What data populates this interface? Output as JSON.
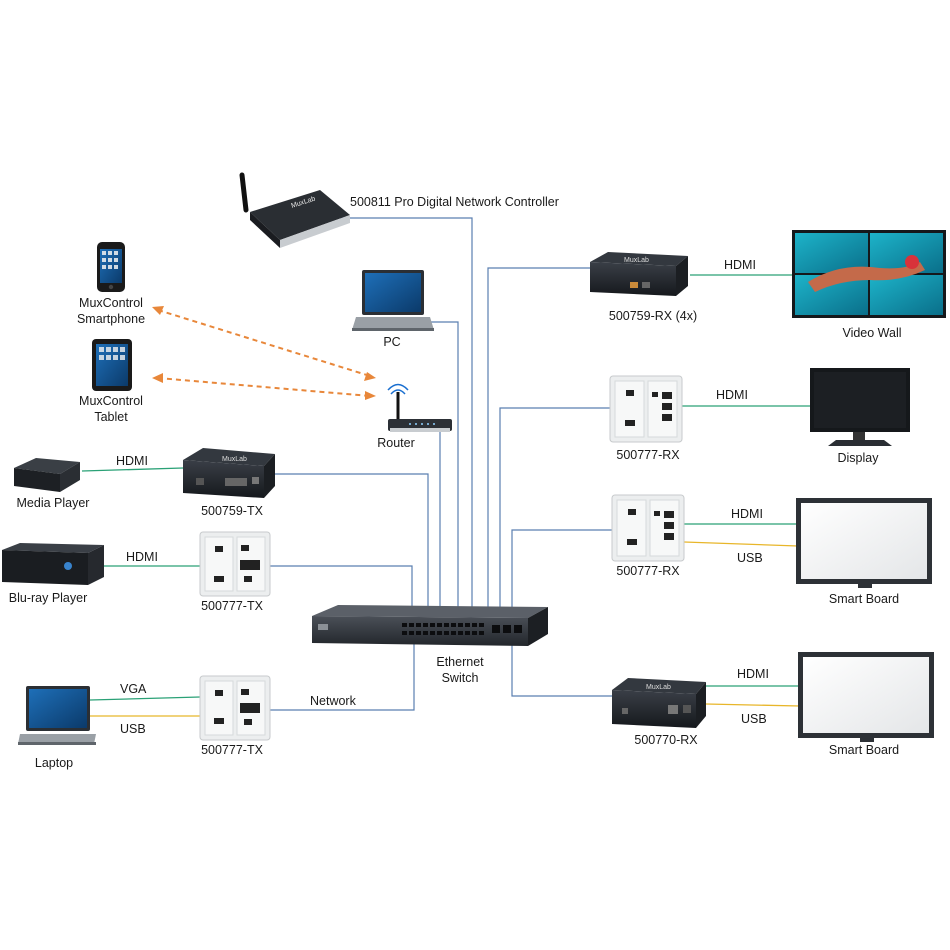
{
  "devices": {
    "controller": "500811 Pro Digital Network Controller",
    "smartphone_line1": "MuxControl",
    "smartphone_line2": "Smartphone",
    "tablet_line1": "MuxControl",
    "tablet_line2": "Tablet",
    "pc": "PC",
    "router": "Router",
    "media_player": "Media Player",
    "tx_759": "500759-TX",
    "bluray": "Blu-ray Player",
    "tx_777_a": "500777-TX",
    "laptop": "Laptop",
    "tx_777_b": "500777-TX",
    "switch_line1": "Ethernet",
    "switch_line2": "Switch",
    "rx_759": "500759-RX  (4x)",
    "video_wall": "Video Wall",
    "rx_777_a": "500777-RX",
    "display": "Display",
    "rx_777_b": "500777-RX",
    "smart_board_a": "Smart Board",
    "rx_770": "500770-RX",
    "smart_board_b": "Smart Board",
    "device_brand": "MuxLab"
  },
  "cables": {
    "hdmi_media": "HDMI",
    "hdmi_bluray": "HDMI",
    "vga_laptop": "VGA",
    "usb_laptop": "USB",
    "network": "Network",
    "hdmi_videowall": "HDMI",
    "hdmi_display": "HDMI",
    "hdmi_smartboard_a": "HDMI",
    "usb_smartboard_a": "USB",
    "hdmi_smartboard_b": "HDMI",
    "usb_smartboard_b": "USB"
  },
  "colors": {
    "network_line": "#5a7fb0",
    "hdmi_line": "#2aa176",
    "usb_line": "#e8b62a",
    "wireless_link": "#e8873a",
    "device_dark": "#1e2228",
    "wallplate": "#eceeef"
  }
}
